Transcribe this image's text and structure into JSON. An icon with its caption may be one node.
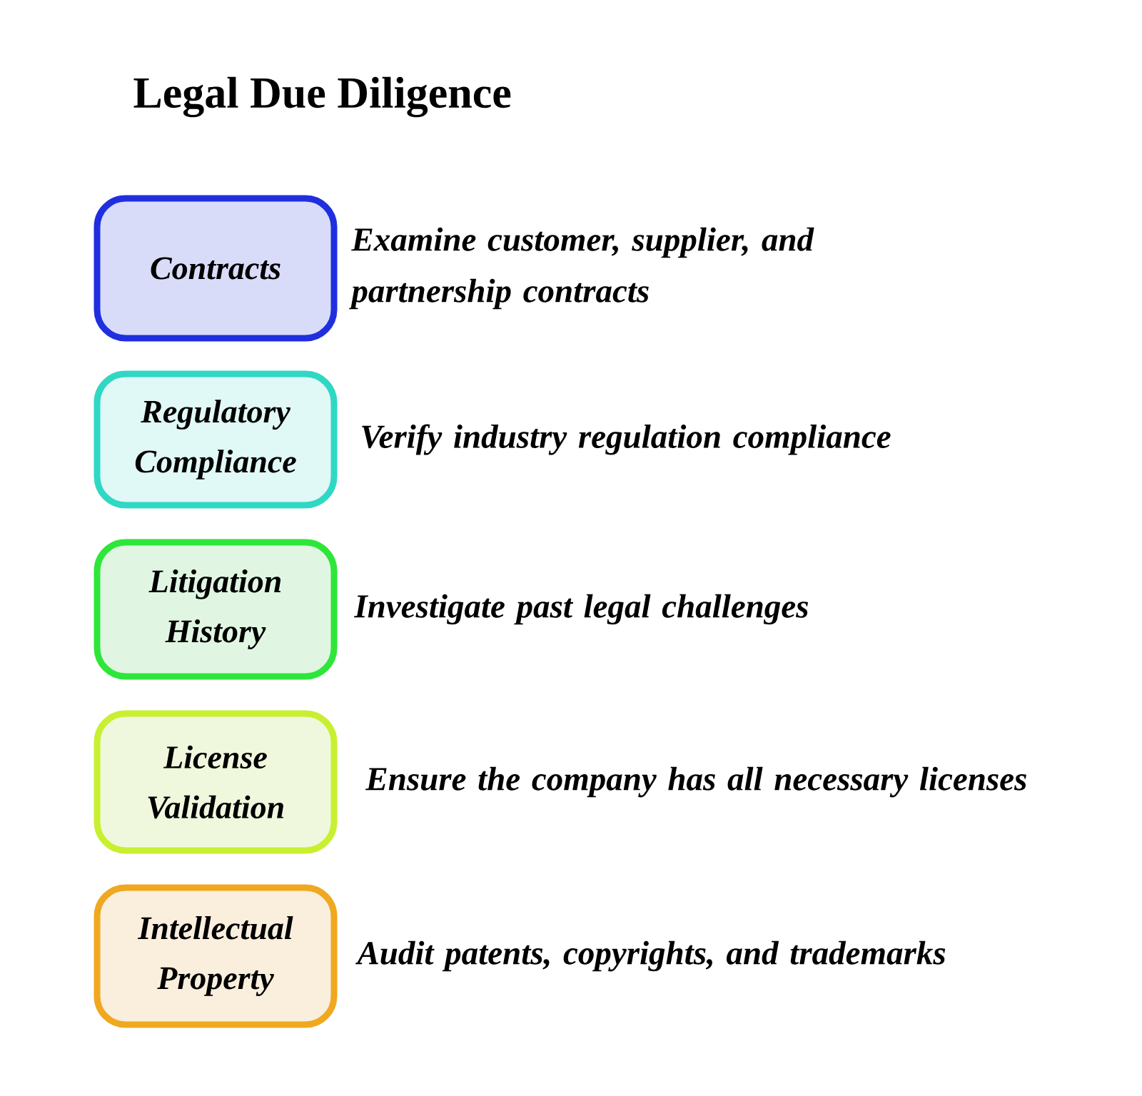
{
  "diagram": {
    "title": "Legal Due Diligence",
    "nodes": [
      {
        "text": [
          "Contracts"
        ],
        "beside": [
          "Examine customer, supplier, and partnership contracts"
        ]
      },
      {
        "text": [
          "Regulatory Compliance"
        ],
        "beside": [
          "Verify industry regulation compliance"
        ]
      },
      {
        "text": [
          "Litigation History"
        ],
        "beside": [
          "Investigate past legal challenges"
        ]
      },
      {
        "text": [
          "License Validation"
        ],
        "beside": [
          "Ensure the company has all necessary licenses"
        ]
      },
      {
        "text": [
          "Intellectual Property"
        ],
        "beside": [
          "Audit patents, copyrights, and trademarks"
        ]
      }
    ]
  }
}
